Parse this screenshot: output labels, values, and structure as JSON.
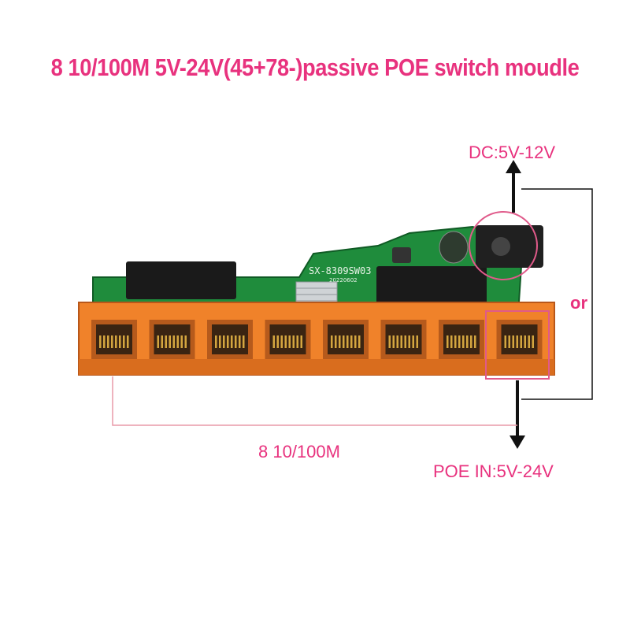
{
  "title": "8 10/100M 5V-24V(45+78-)passive POE switch moudle",
  "labels": {
    "dc": "DC:5V-12V",
    "or": "or",
    "ports": "8 10/100M",
    "poe_in": "POE IN:5V-24V"
  },
  "board": {
    "model": "SX-8309SW03",
    "date_code": "20220602"
  },
  "port_count": 8,
  "colors": {
    "accent": "#e8327e",
    "pcb": "#1e8a3a",
    "port_housing": "#f0822a",
    "highlight": "#e05a8a"
  }
}
